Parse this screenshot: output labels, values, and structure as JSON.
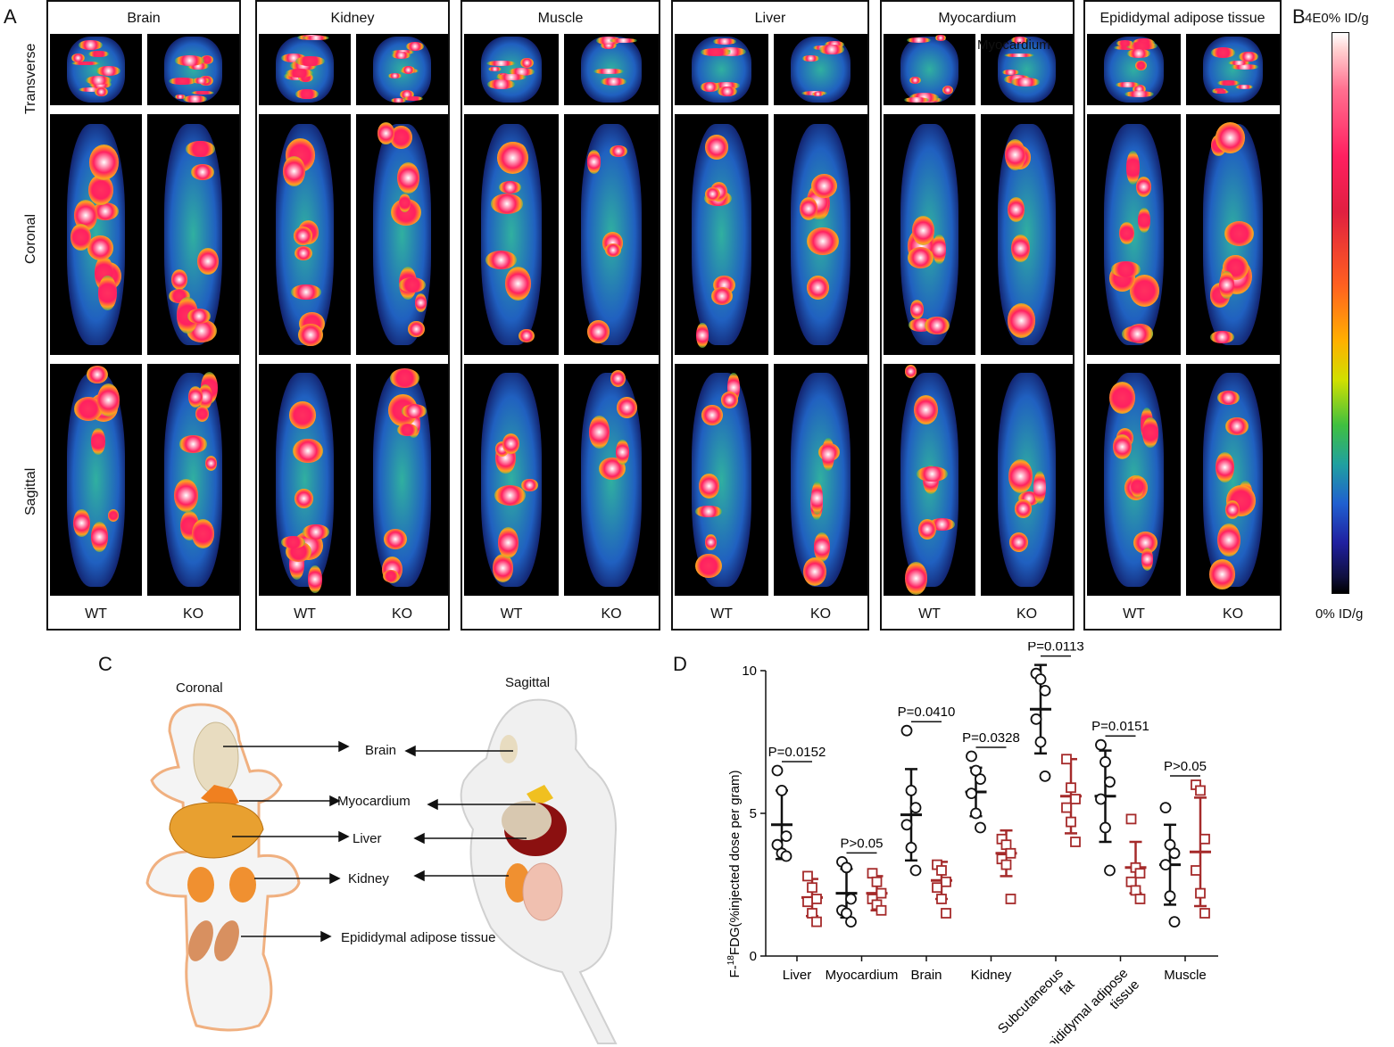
{
  "panel_letters": {
    "a": "A",
    "b": "B",
    "c": "C",
    "d": "D"
  },
  "row_labels": [
    "Transverse",
    "Coronal",
    "Sagittal"
  ],
  "organs": [
    {
      "title": "Brain",
      "wt": "WT",
      "ko": "KO"
    },
    {
      "title": "Kidney",
      "wt": "WT",
      "ko": "KO"
    },
    {
      "title": "Muscle",
      "wt": "WT",
      "ko": "KO"
    },
    {
      "title": "Liver",
      "wt": "WT",
      "ko": "KO"
    },
    {
      "title": "Myocardium",
      "wt": "WT",
      "ko": "KO",
      "overlay": "Myocardium"
    },
    {
      "title": "Epididymal adipose tissue",
      "wt": "WT",
      "ko": "KO"
    }
  ],
  "scale": {
    "top": "4E0% ID/g",
    "bottom": "0% ID/g"
  },
  "anatomy": {
    "coronal_title": "Coronal",
    "sagittal_title": "Sagittal",
    "labels": [
      "Brain",
      "Myocardium",
      "Liver",
      "Kidney",
      "Epididymal adipose tissue"
    ]
  },
  "colors": {
    "wt": "#111111",
    "ko": "#a52a2a",
    "tissue_outline": "#f0b080"
  },
  "chart_data": {
    "type": "scatter",
    "ylabel": "F-18FDG(%injected dose per gram)",
    "ylabel_prefix": "F-",
    "ylabel_sup": "18",
    "ylabel_rest": "FDG(%injected dose per gram)",
    "ylim": [
      0,
      10
    ],
    "yticks": [
      0,
      5,
      10
    ],
    "categories": [
      "Liver",
      "Myocardium",
      "Brain",
      "Kidney",
      "Subcutaneous fat",
      "Epididymal adipose tissue",
      "Muscle"
    ],
    "category_label_lines": [
      [
        "Liver"
      ],
      [
        "Myocardium"
      ],
      [
        "Brain"
      ],
      [
        "Kidney"
      ],
      [
        "Subcutaneous",
        "fat"
      ],
      [
        "Epididymal adipose",
        "tissue"
      ],
      [
        "Muscle"
      ]
    ],
    "pvalues": [
      "P=0.0152",
      "P>0.05",
      "P=0.0410",
      "P=0.0328",
      "P=0.0113",
      "P=0.0151",
      "P>0.05"
    ],
    "series": [
      {
        "marker": "circle",
        "means": [
          4.6,
          2.2,
          4.95,
          5.75,
          8.65,
          5.6,
          3.2
        ],
        "sd": [
          1.2,
          0.85,
          1.6,
          0.85,
          1.55,
          1.6,
          1.4
        ],
        "points": [
          [
            6.5,
            5.8,
            4.2,
            3.9,
            3.6,
            3.5
          ],
          [
            3.3,
            3.1,
            2.0,
            1.6,
            1.5,
            1.2
          ],
          [
            7.9,
            5.8,
            5.2,
            4.6,
            3.8,
            3.0
          ],
          [
            7.0,
            6.5,
            6.2,
            5.7,
            5.0,
            4.5
          ],
          [
            9.9,
            9.7,
            9.3,
            8.3,
            7.5,
            6.3
          ],
          [
            7.4,
            6.8,
            6.1,
            5.5,
            4.5,
            3.0
          ],
          [
            5.2,
            3.9,
            3.6,
            3.2,
            2.1,
            1.2
          ]
        ]
      },
      {
        "marker": "square",
        "means": [
          2.05,
          2.2,
          2.65,
          3.6,
          5.6,
          3.1,
          3.65
        ],
        "sd": [
          0.65,
          0.6,
          0.65,
          0.8,
          1.3,
          0.9,
          1.9
        ],
        "points": [
          [
            2.8,
            2.4,
            2.0,
            1.9,
            1.5,
            1.2
          ],
          [
            2.9,
            2.6,
            2.2,
            2.0,
            1.8,
            1.6
          ],
          [
            3.2,
            3.0,
            2.6,
            2.4,
            2.0,
            1.5
          ],
          [
            4.1,
            3.9,
            3.6,
            3.4,
            3.2,
            2.0
          ],
          [
            6.9,
            5.9,
            5.5,
            5.2,
            4.7,
            4.0
          ],
          [
            4.8,
            3.1,
            2.9,
            2.6,
            2.3,
            2.0
          ],
          [
            6.0,
            5.8,
            4.1,
            3.0,
            2.2,
            1.5
          ]
        ]
      }
    ]
  }
}
